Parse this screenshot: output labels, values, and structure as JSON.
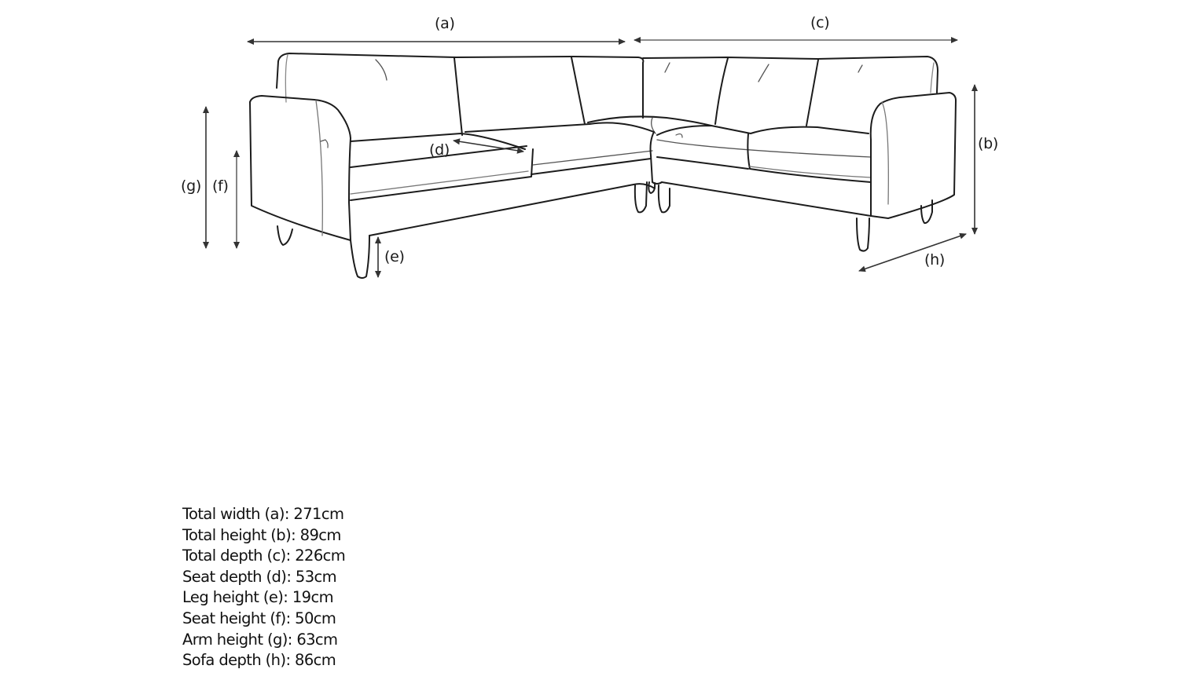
{
  "diagram": {
    "subject": "corner-sofa-line-drawing",
    "stroke_color": "#1a1a1a",
    "arrow_color": "#444444",
    "labels": {
      "a": "(a)",
      "b": "(b)",
      "c": "(c)",
      "d": "(d)",
      "e": "(e)",
      "f": "(f)",
      "g": "(g)",
      "h": "(h)"
    }
  },
  "specs": [
    {
      "label": "Total width (a): 271cm",
      "key": "a",
      "name": "Total width",
      "value": 271,
      "unit": "cm"
    },
    {
      "label": "Total height (b): 89cm",
      "key": "b",
      "name": "Total height",
      "value": 89,
      "unit": "cm"
    },
    {
      "label": "Total depth (c): 226cm",
      "key": "c",
      "name": "Total depth",
      "value": 226,
      "unit": "cm"
    },
    {
      "label": "Seat depth (d): 53cm",
      "key": "d",
      "name": "Seat depth",
      "value": 53,
      "unit": "cm"
    },
    {
      "label": "Leg height (e): 19cm",
      "key": "e",
      "name": "Leg height",
      "value": 19,
      "unit": "cm"
    },
    {
      "label": "Seat height (f): 50cm",
      "key": "f",
      "name": "Seat height",
      "value": 50,
      "unit": "cm"
    },
    {
      "label": "Arm height (g): 63cm",
      "key": "g",
      "name": "Arm height",
      "value": 63,
      "unit": "cm"
    },
    {
      "label": "Sofa depth (h): 86cm",
      "key": "h",
      "name": "Sofa depth",
      "value": 86,
      "unit": "cm"
    }
  ]
}
